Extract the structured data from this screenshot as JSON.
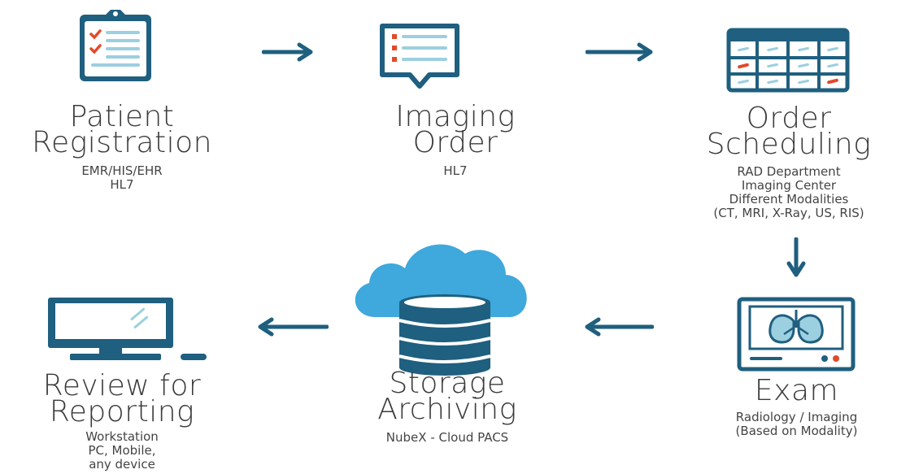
{
  "colors": {
    "primary": "#1f5f7f",
    "accent": "#e24a2a",
    "light_blue": "#9ccfe0",
    "cloud_blue": "#3fa8dc"
  },
  "steps": [
    {
      "id": "patient-registration",
      "icon": "clipboard-icon",
      "title_lines": [
        "Patient",
        "Registration"
      ],
      "sub_lines": [
        "EMR/HIS/EHR",
        "HL7"
      ]
    },
    {
      "id": "imaging-order",
      "icon": "message-list-icon",
      "title_lines": [
        "Imaging",
        "Order"
      ],
      "sub_lines": [
        "HL7"
      ]
    },
    {
      "id": "order-scheduling",
      "icon": "calendar-icon",
      "title_lines": [
        "Order",
        "Scheduling"
      ],
      "sub_lines": [
        "RAD Department",
        "Imaging Center",
        "Different Modalities",
        "(CT, MRI, X-Ray, US, RIS)"
      ]
    },
    {
      "id": "exam",
      "icon": "lungs-scan-icon",
      "title_lines": [
        "Exam"
      ],
      "sub_lines": [
        "Radiology / Imaging",
        "(Based on Modality)"
      ]
    },
    {
      "id": "storage-archiving",
      "icon": "cloud-database-icon",
      "title_lines": [
        "Storage",
        "Archiving"
      ],
      "sub_lines": [
        "NubeX - Cloud PACS"
      ]
    },
    {
      "id": "review-for-reporting",
      "icon": "workstation-icon",
      "title_lines": [
        "Review for",
        "Reporting"
      ],
      "sub_lines": [
        "Workstation",
        "PC, Mobile,",
        "any device"
      ]
    }
  ],
  "arrows": [
    {
      "from": "patient-registration",
      "to": "imaging-order",
      "direction": "right"
    },
    {
      "from": "imaging-order",
      "to": "order-scheduling",
      "direction": "right"
    },
    {
      "from": "order-scheduling",
      "to": "exam",
      "direction": "down"
    },
    {
      "from": "exam",
      "to": "storage-archiving",
      "direction": "left"
    },
    {
      "from": "storage-archiving",
      "to": "review-for-reporting",
      "direction": "left"
    }
  ]
}
